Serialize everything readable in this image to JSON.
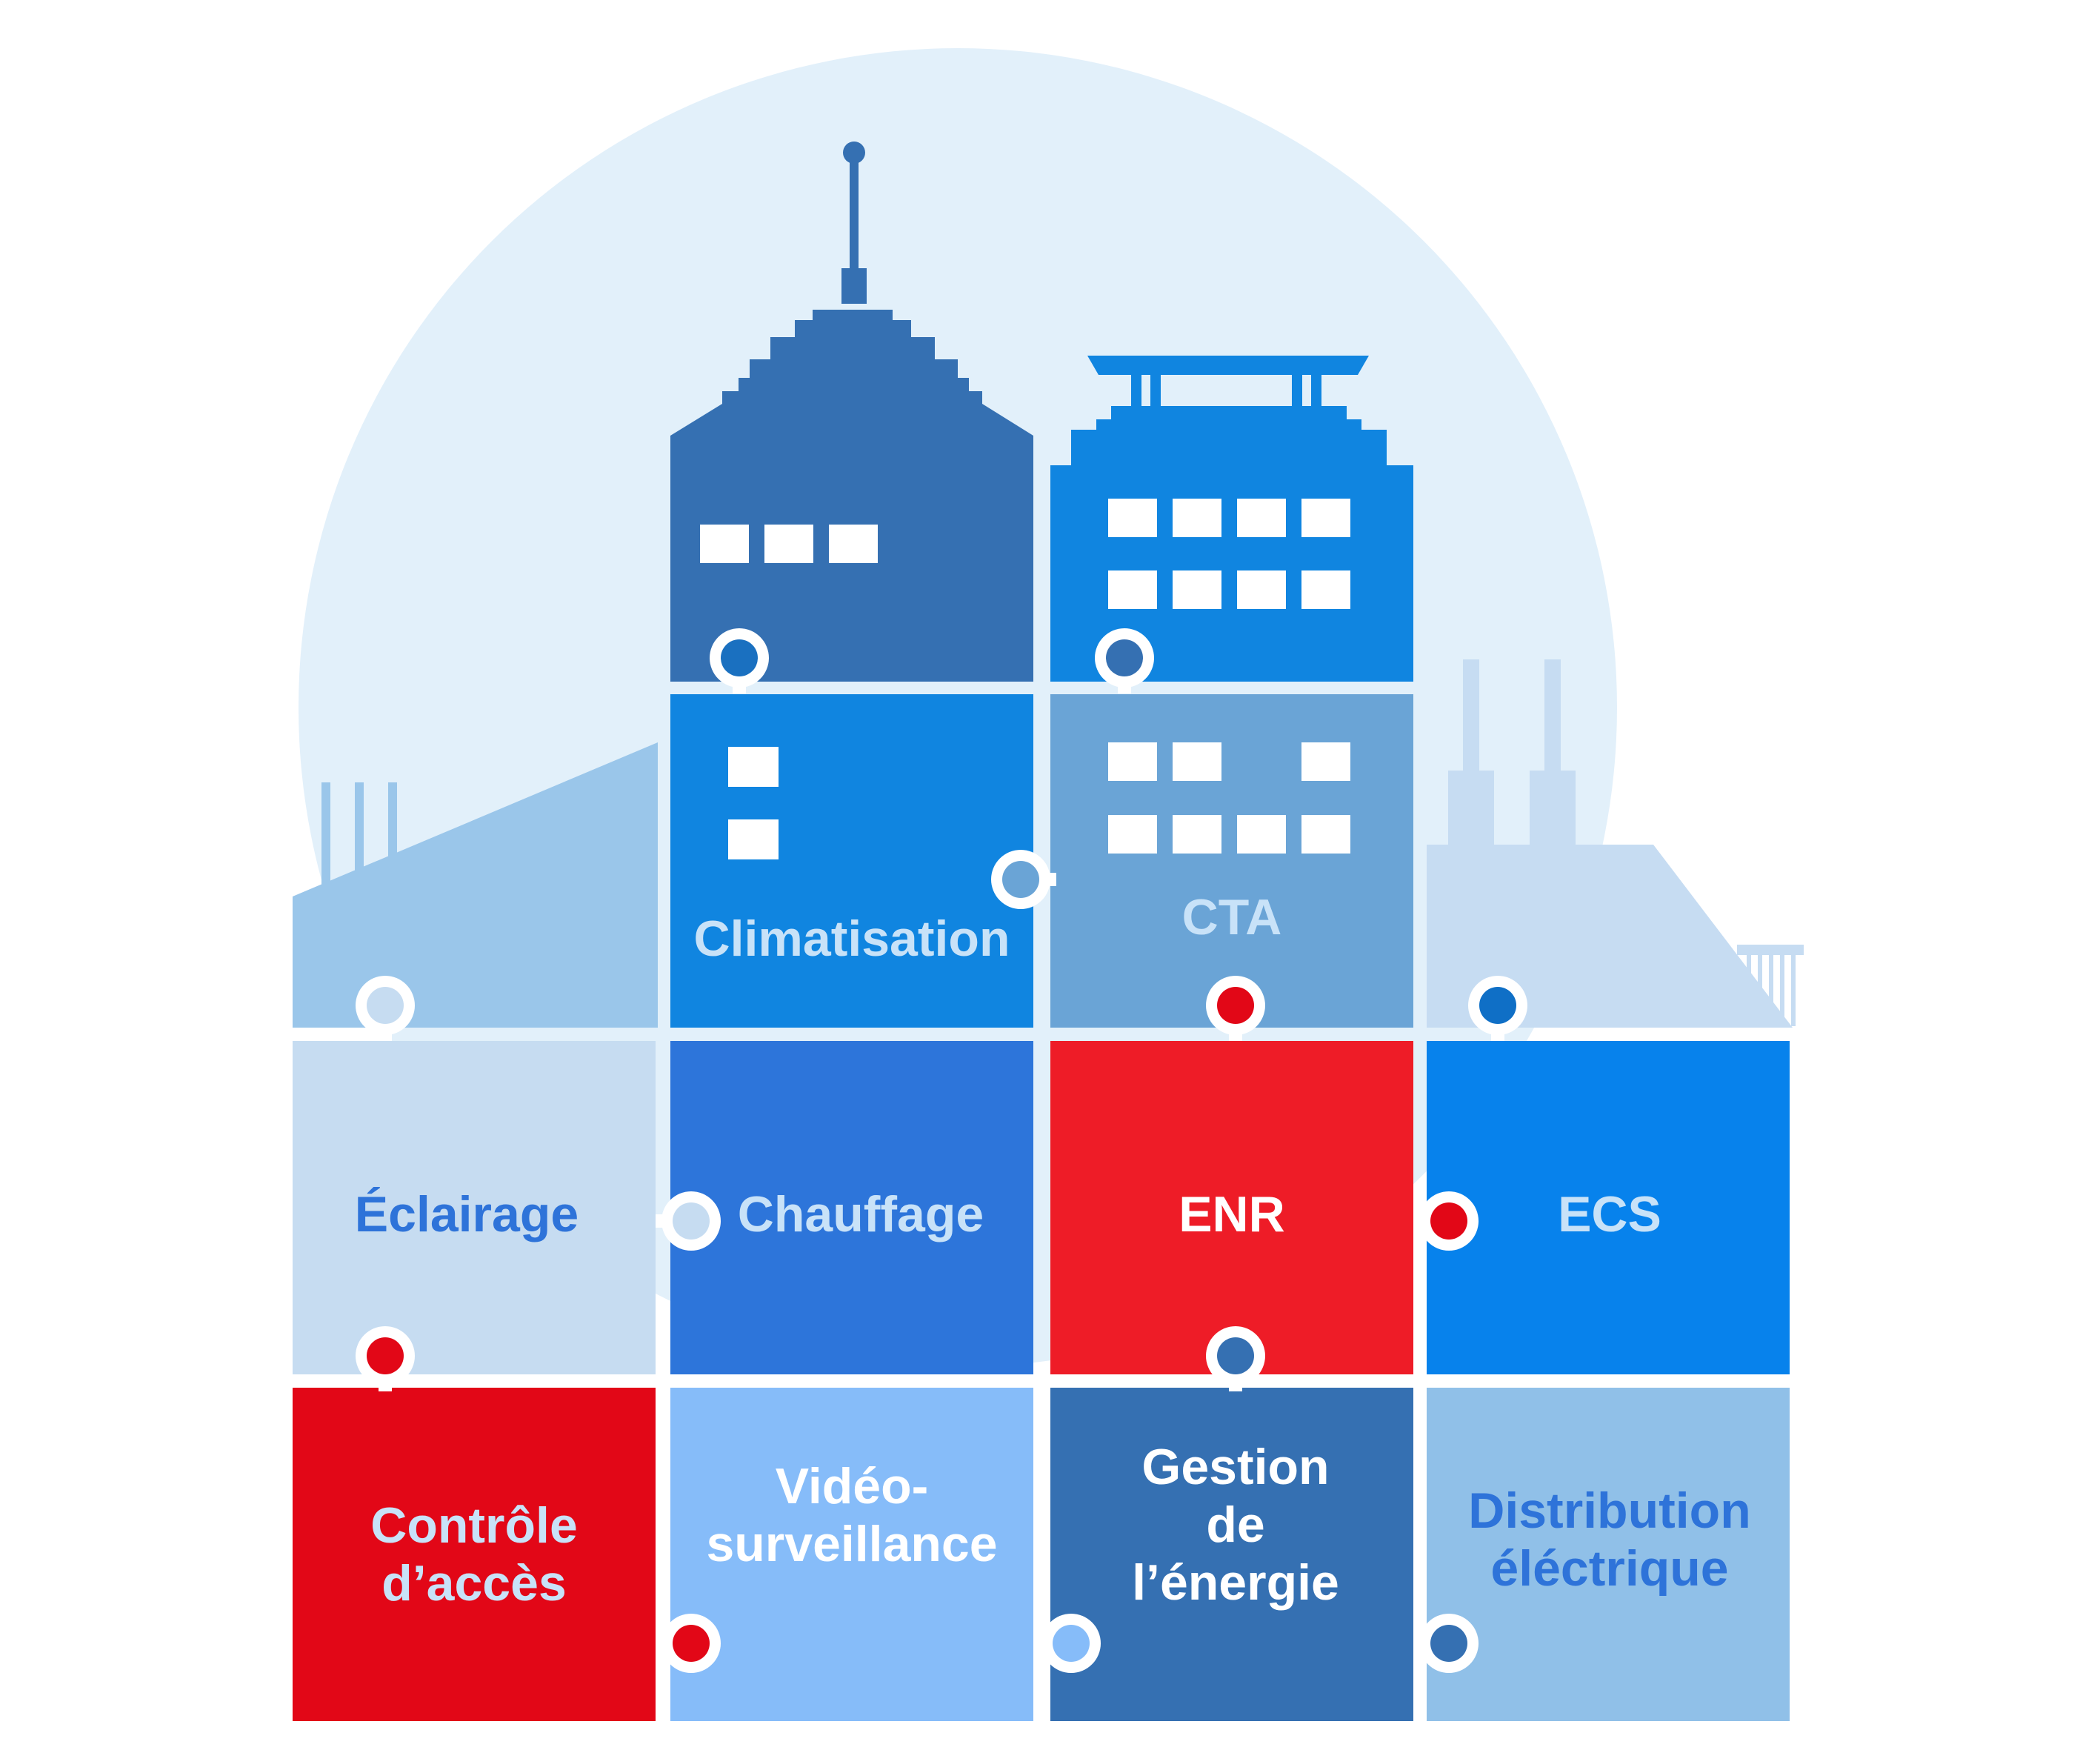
{
  "colors": {
    "background": "#ffffff",
    "sky_circle": "#e2f0fa",
    "tower_dark": "#3570b2",
    "tower_bright": "#1085e0",
    "left_factory": "#9ac6ea",
    "right_factory": "#c6dcf2",
    "window": "#ffffff",
    "gap": "#ffffff",
    "connector_ring": "#ffffff"
  },
  "tiles": [
    {
      "id": "climatisation",
      "label": [
        "Climatisation"
      ],
      "fill": "#1085e0",
      "text_color": "#c8e2f8"
    },
    {
      "id": "cta",
      "label": [
        "CTA"
      ],
      "fill": "#6aa4d6",
      "text_color": "#c8e2f8"
    },
    {
      "id": "eclairage",
      "label": [
        "Éclairage"
      ],
      "fill": "#c6dcf1",
      "text_color": "#2e73d9"
    },
    {
      "id": "chauffage",
      "label": [
        "Chauffage"
      ],
      "fill": "#2d75da",
      "text_color": "#c8e2f8"
    },
    {
      "id": "enr",
      "label": [
        "ENR"
      ],
      "fill": "#ee1c27",
      "text_color": "#ffffff"
    },
    {
      "id": "ecs",
      "label": [
        "ECS"
      ],
      "fill": "#0782ec",
      "text_color": "#c8e2f8"
    },
    {
      "id": "controle-acces",
      "label": [
        "Contrôle",
        "d’accès"
      ],
      "fill": "#e20717",
      "text_color": "#c8e2f8"
    },
    {
      "id": "video-surveillance",
      "label": [
        "Vidéo-",
        "surveillance"
      ],
      "fill": "#86bcf9",
      "text_color": "#ffffff"
    },
    {
      "id": "gestion-energie",
      "label": [
        "Gestion",
        "de",
        "l’énergie"
      ],
      "fill": "#3570b2",
      "text_color": "#ffffff"
    },
    {
      "id": "distribution-electrique",
      "label": [
        "Distribution",
        "éléctrique"
      ],
      "fill": "#90c0e8",
      "text_color": "#2e73d9"
    }
  ],
  "connectors": [
    {
      "id": "climatisation-top",
      "tile": "climatisation",
      "fill": "#1a70c0"
    },
    {
      "id": "cta-top",
      "tile": "cta",
      "fill": "#3570b2"
    },
    {
      "id": "climatisation-right",
      "tile": "climatisation",
      "fill": "#6aa4d6"
    },
    {
      "id": "factory-left-bottom",
      "tile": "eclairage",
      "fill": "#c6dcf1"
    },
    {
      "id": "cta-bottom",
      "tile": "enr",
      "fill": "#e20717"
    },
    {
      "id": "factory-right-bottom",
      "tile": "ecs",
      "fill": "#0f6fc6"
    },
    {
      "id": "eclairage-right",
      "tile": "chauffage",
      "fill": "#c6dcf1"
    },
    {
      "id": "enr-right",
      "tile": "ecs",
      "fill": "#e20717"
    },
    {
      "id": "eclairage-bottom",
      "tile": "controle-acces",
      "fill": "#e20717"
    },
    {
      "id": "enr-bottom",
      "tile": "gestion-energie",
      "fill": "#3570b2"
    },
    {
      "id": "controle-right",
      "tile": "video-surveillance",
      "fill": "#e20717"
    },
    {
      "id": "video-right",
      "tile": "gestion-energie",
      "fill": "#86bcf9"
    },
    {
      "id": "gestion-right",
      "tile": "distribution-electrique",
      "fill": "#3570b2"
    }
  ]
}
